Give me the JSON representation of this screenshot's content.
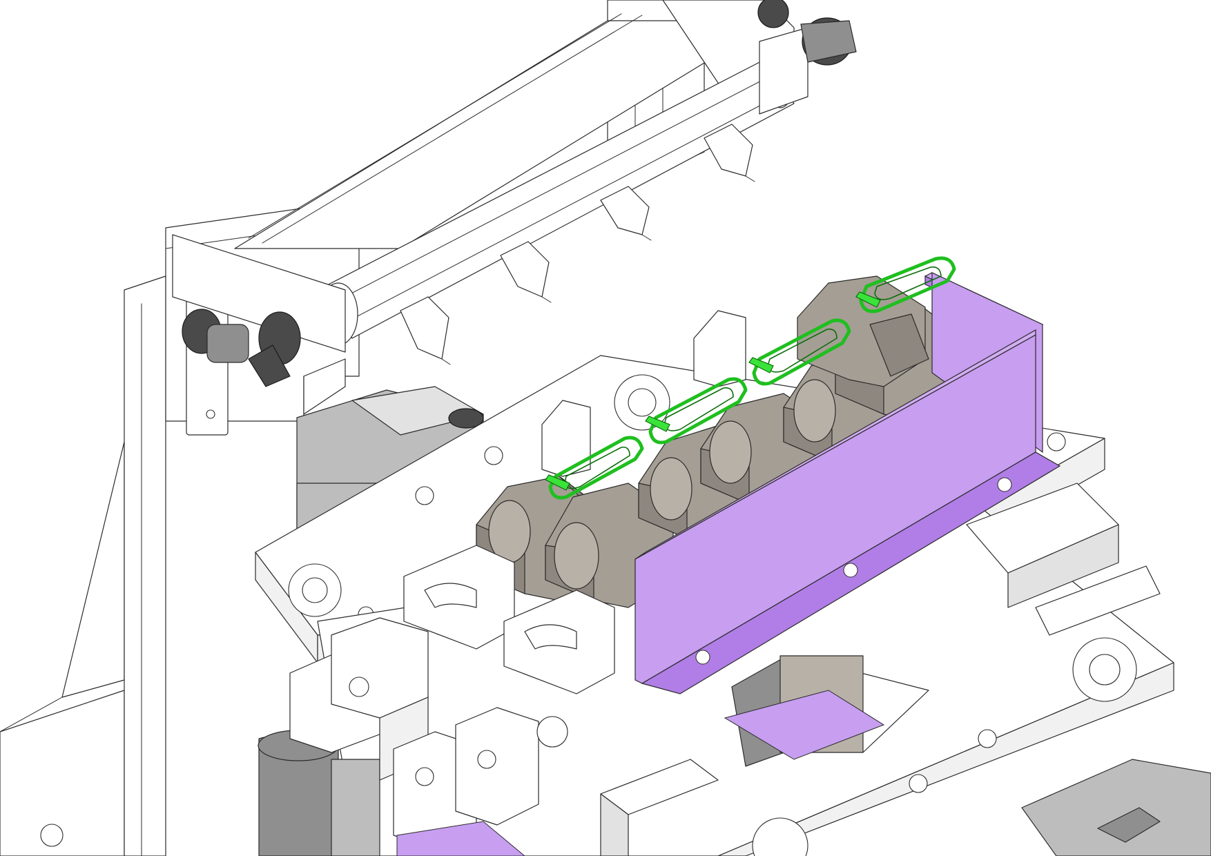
{
  "colors": {
    "background": "#ffffff",
    "outline": "#2a2a2a",
    "white_part": "#ffffff",
    "grey_part": "#bdbdbd",
    "dark_part": "#4a4a4a",
    "nest_block": "#a59e95",
    "guide_plate": "#c79ef0",
    "guide_plate_edge": "#b07ee6",
    "workpiece_frame": "#1fbf1f"
  },
  "parts": {
    "cylinder_frame": "white-line-art",
    "pneumatic_fittings": "dark-grey",
    "nest_blocks": "taupe",
    "guide_plate": "lavender",
    "workpiece_frames": "green",
    "workpiece_count": 4
  }
}
